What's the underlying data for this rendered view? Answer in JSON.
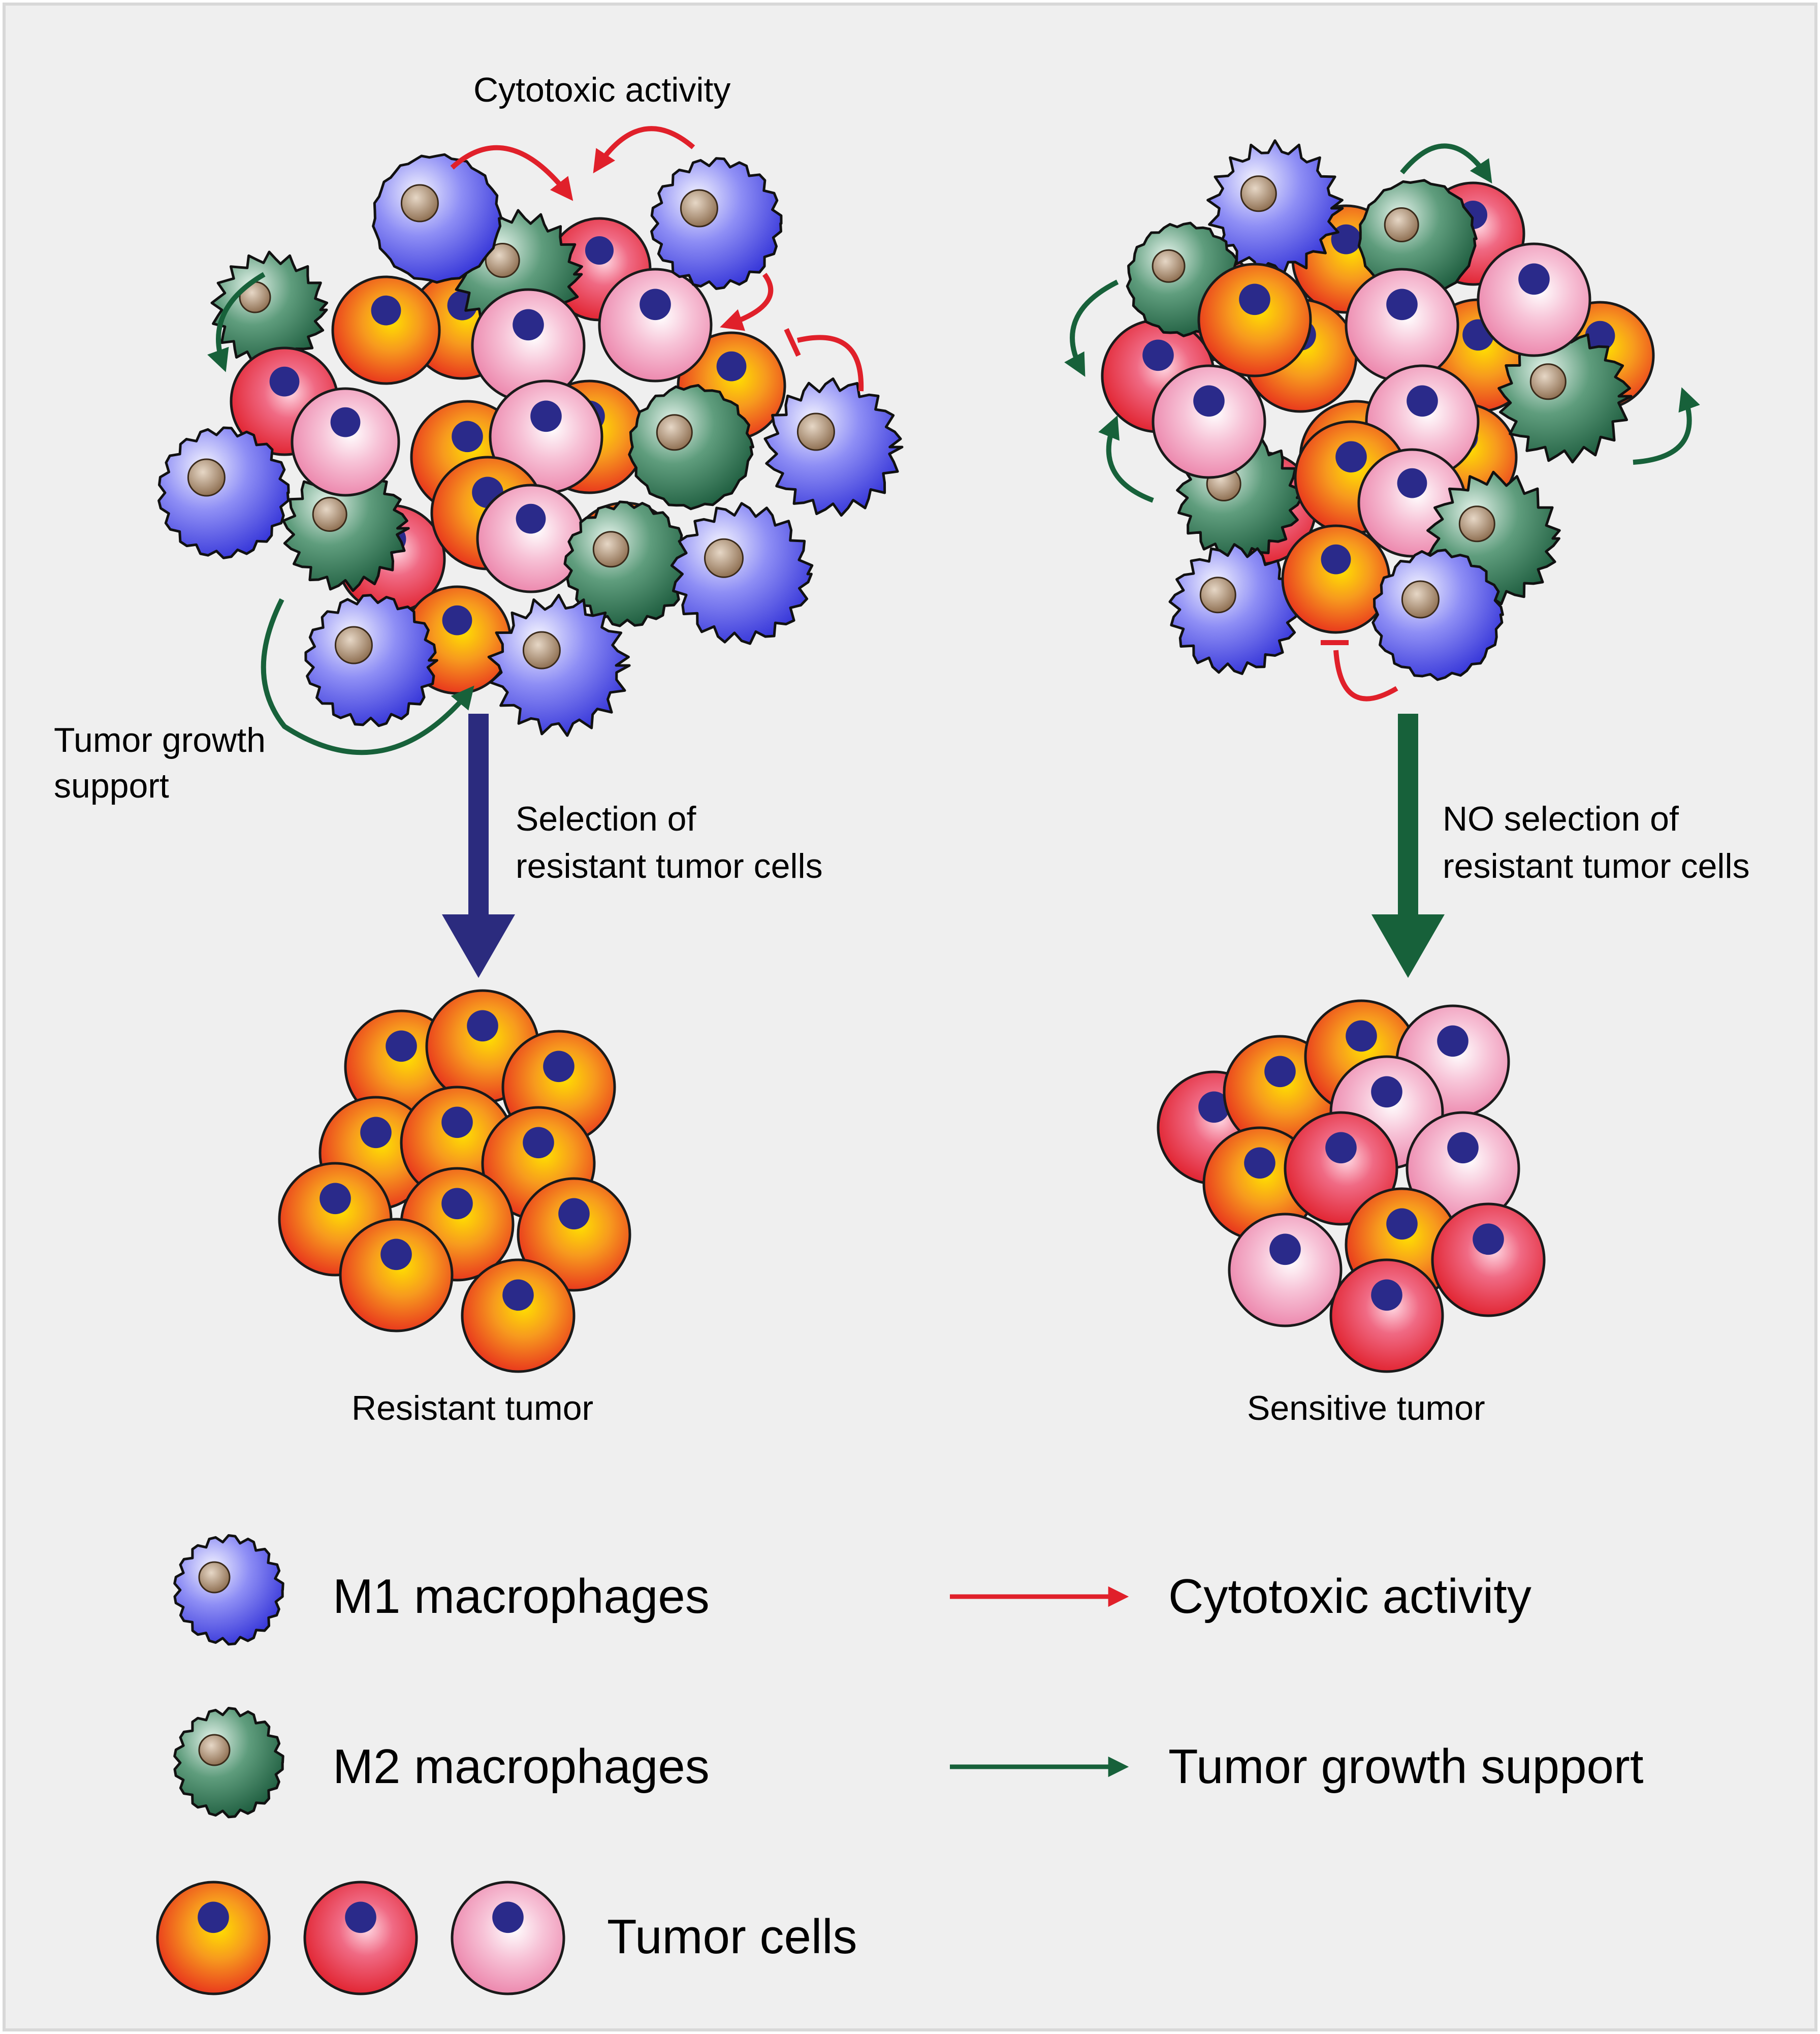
{
  "labels": {
    "cytotoxic_activity": "Cytotoxic activity",
    "tumor_growth_support_line1": "Tumor growth",
    "tumor_growth_support_line2": "support",
    "selection_line1": "Selection of",
    "selection_line2": "resistant tumor cells",
    "no_selection_line1": "NO selection of",
    "no_selection_line2": "resistant tumor cells",
    "resistant_tumor": "Resistant tumor",
    "sensitive_tumor": "Sensitive tumor"
  },
  "legend": {
    "m1": "M1 macrophages",
    "m2": "M2 macrophages",
    "tumor_cells": "Tumor cells",
    "cytotoxic": "Cytotoxic activity",
    "support": "Tumor growth support"
  },
  "colors": {
    "background": "#efefef",
    "m1_macrophage": "#5a5ae6",
    "m2_macrophage": "#2f7a55",
    "nucleus_macrophage": "#9b7d5e",
    "nucleus_tumor": "#2a2a8a",
    "tumor_orange": "#f07820",
    "tumor_red": "#e63240",
    "tumor_pink": "#f2a6c4",
    "cytotoxic_arrow": "#e0202a",
    "support_arrow": "#17613a",
    "selection_arrow": "#2b2b7e",
    "no_selection_arrow": "#17613a"
  }
}
